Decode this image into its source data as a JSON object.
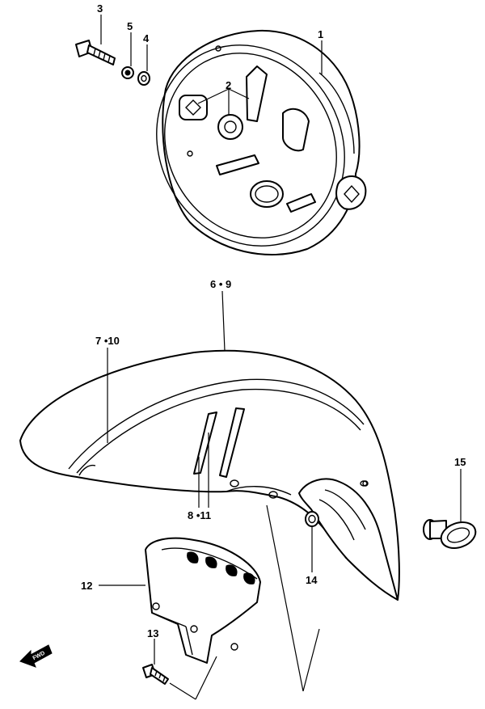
{
  "diagram": {
    "callouts": [
      {
        "id": "c1",
        "text": "1"
      },
      {
        "id": "c2",
        "text": "2"
      },
      {
        "id": "c3",
        "text": "3"
      },
      {
        "id": "c4",
        "text": "4"
      },
      {
        "id": "c5",
        "text": "5"
      },
      {
        "id": "c6-9",
        "text": "6 • 9"
      },
      {
        "id": "c7-10",
        "text": "7 •10"
      },
      {
        "id": "c8-11",
        "text": "8 •11"
      },
      {
        "id": "c12",
        "text": "12"
      },
      {
        "id": "c13",
        "text": "13"
      },
      {
        "id": "c14",
        "text": "14"
      },
      {
        "id": "c15",
        "text": "15"
      }
    ],
    "fwd_label": "FWD"
  }
}
